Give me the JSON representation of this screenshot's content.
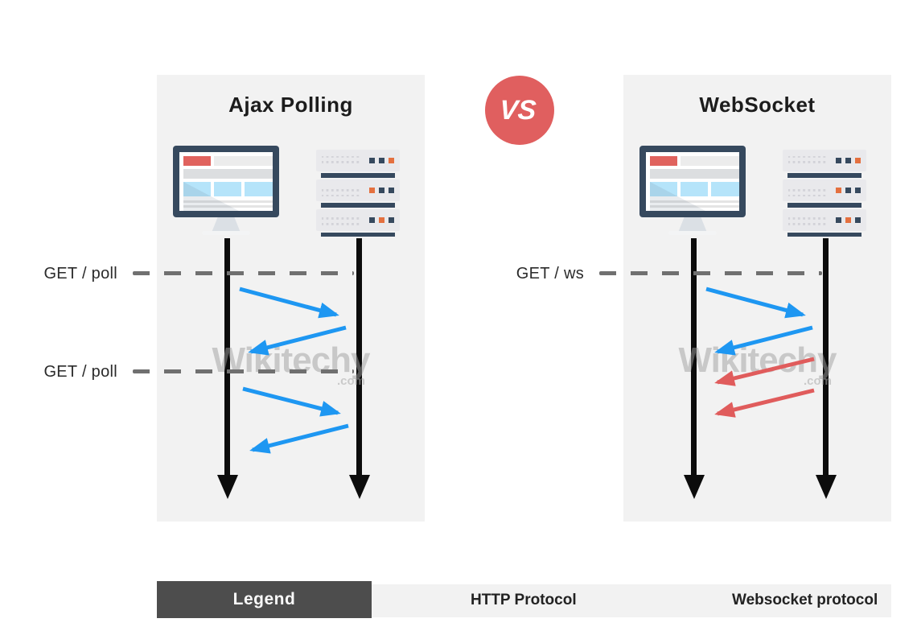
{
  "colors": {
    "http_blue": "#1e97f2",
    "websocket_red": "#e05c5c",
    "panel_bg": "#f2f2f2",
    "navy": "#36495e",
    "orange": "#e4703f",
    "timeline_black": "#0c0c0c",
    "dash_gray": "#707070",
    "legend_dark": "#4d4d4d",
    "vs_red": "#e05f5f"
  },
  "vs_badge": {
    "label": "VS"
  },
  "panels": [
    {
      "title": "Ajax Polling",
      "request_labels": [
        {
          "text": "GET / poll"
        },
        {
          "text": "GET / poll"
        }
      ]
    },
    {
      "title": "WebSocket",
      "request_labels": [
        {
          "text": "GET / ws"
        }
      ]
    }
  ],
  "watermark": {
    "text": "Wikitechy",
    "suffix": ".com"
  },
  "legend": {
    "title": "Legend",
    "items": [
      {
        "label": "HTTP Protocol",
        "color": "#1e97f2"
      },
      {
        "label": "Websocket protocol",
        "color": "#e05c5c"
      }
    ]
  }
}
